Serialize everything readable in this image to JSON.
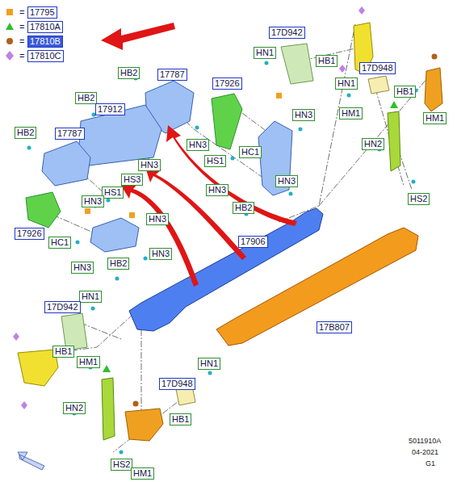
{
  "diagram": {
    "nodes": [
      {
        "text": [
          "17D942"
        ]
      },
      {
        "text": [
          "HN1"
        ]
      },
      {
        "text": [
          "HB1"
        ]
      },
      {
        "text": [
          "17D948"
        ]
      },
      {
        "text": [
          "HB2"
        ]
      },
      {
        "text": [
          "17787"
        ]
      },
      {
        "text": [
          "HN1"
        ]
      },
      {
        "text": [
          "17926"
        ]
      },
      {
        "text": [
          "HB1"
        ]
      },
      {
        "text": [
          "HB2"
        ]
      },
      {
        "text": [
          "17912"
        ]
      },
      {
        "text": [
          "HM1"
        ]
      },
      {
        "text": [
          "HN3"
        ]
      },
      {
        "text": [
          "HM1"
        ]
      },
      {
        "text": [
          "HB2"
        ]
      },
      {
        "text": [
          "17787"
        ]
      },
      {
        "text": [
          "HN3"
        ]
      },
      {
        "text": [
          "HN2"
        ]
      },
      {
        "text": [
          "HC1"
        ]
      },
      {
        "text": [
          "HN3"
        ]
      },
      {
        "text": [
          "HS1"
        ]
      },
      {
        "text": [
          "HS3"
        ]
      },
      {
        "text": [
          "HN3"
        ]
      },
      {
        "text": [
          "HN3"
        ]
      },
      {
        "text": [
          "HS1"
        ]
      },
      {
        "text": [
          "HN3"
        ]
      },
      {
        "text": [
          "HS2"
        ]
      },
      {
        "text": [
          "HB2"
        ]
      },
      {
        "text": [
          "HN3"
        ]
      },
      {
        "text": [
          "17926"
        ]
      },
      {
        "text": [
          "17906"
        ]
      },
      {
        "text": [
          "HC1"
        ]
      },
      {
        "text": [
          "HN3"
        ]
      },
      {
        "text": [
          "HB2"
        ]
      },
      {
        "text": [
          "HN3"
        ]
      },
      {
        "text": [
          "HN1"
        ]
      },
      {
        "text": [
          "17D942"
        ]
      },
      {
        "text": [
          "17B807"
        ]
      },
      {
        "text": [
          "HB1"
        ]
      },
      {
        "text": [
          "HM1"
        ]
      },
      {
        "text": [
          "HN1"
        ]
      },
      {
        "text": [
          "17D948"
        ]
      },
      {
        "text": [
          "HN2"
        ]
      },
      {
        "text": [
          "HB1"
        ]
      },
      {
        "text": [
          "HS2"
        ]
      },
      {
        "text": [
          "HM1"
        ]
      }
    ],
    "labels": [
      "=",
      "=",
      "=",
      "=",
      "5011910A",
      "04-2021",
      "G1"
    ],
    "legend": [
      {
        "text": "17795"
      },
      {
        "text": "17810A"
      },
      {
        "text": "17810B"
      },
      {
        "text": "17810C"
      }
    ]
  }
}
